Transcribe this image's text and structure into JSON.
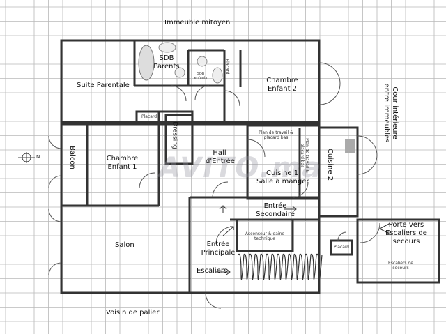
{
  "title_top": "Immeuble mitoyen",
  "title_bottom": "Voisin de palier",
  "right_side_label": "Cour intérieure entre immeubles",
  "watermark": "AVITO.ma",
  "compass_letter": "N",
  "rooms": {
    "suite_parentale": "Suite Parentale",
    "sdb_parents": "SDB Parents",
    "sdb_enfants": "SDB enfants",
    "placard_top": "Placard",
    "chambre_enfant_2": "Chambre Enfant 2",
    "placard_dressing": "Placard",
    "dressing": "Dressing",
    "balcon": "Balcon",
    "chambre_enfant_1": "Chambre Enfant 1",
    "hall": "Hall d'Entrée",
    "plan_travail_1": "Plan de travail & placard bas",
    "plan_travail_2": "Plan de travail & placard bas",
    "cuisine_1": "Cuisine 1",
    "salle_a_manger": "Salle à manger",
    "cuisine_2": "Cuisine 2",
    "entree_secondaire": "Entrée Secondaire",
    "ascenseur": "Ascenseur & gaine technique",
    "salon": "Salon",
    "entree_principale": "Entrée Principale",
    "escaliers": "Escaliers",
    "placard_right": "Placard",
    "porte_secours": "Porte vers Escaliers de secours",
    "escaliers_secours": "Escaliers de secours"
  },
  "colors": {
    "grid": "#b8b8b8",
    "wall": "#333333"
  }
}
